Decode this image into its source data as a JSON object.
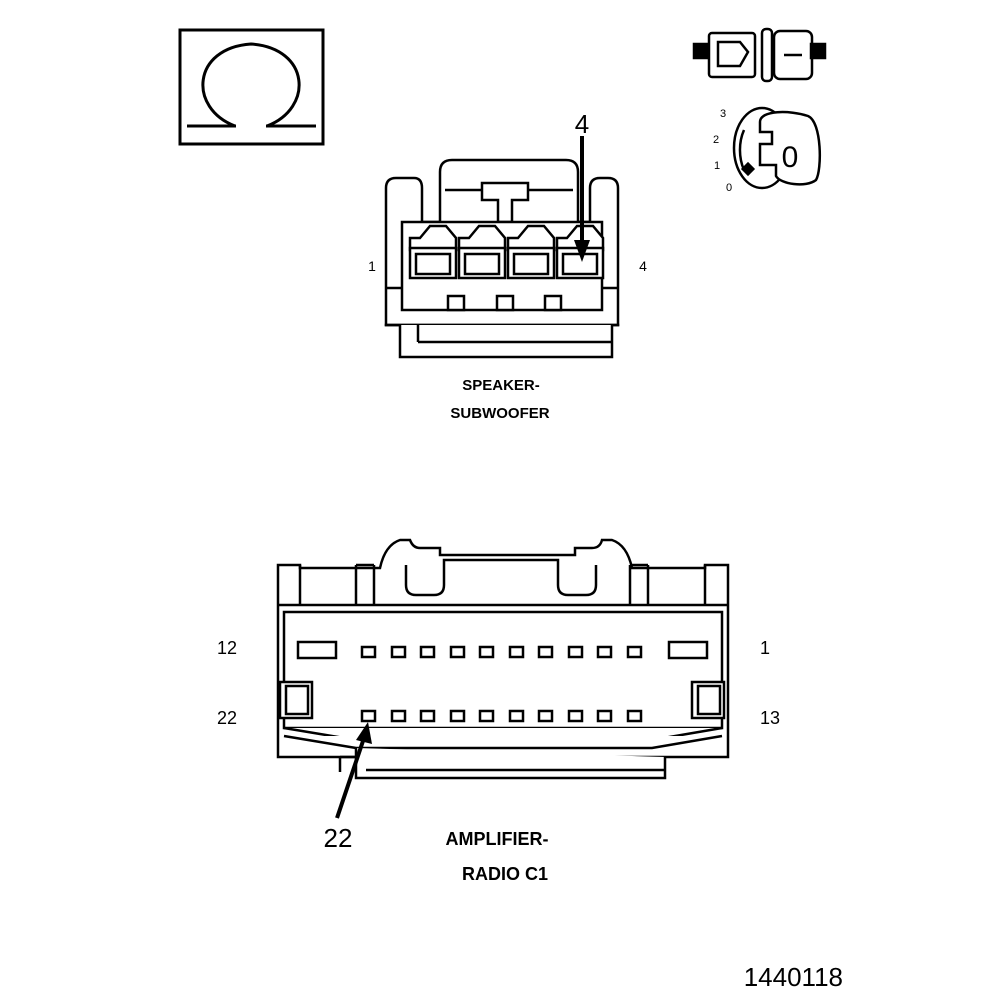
{
  "symbols": {
    "ohm_box": {
      "glyph": "Ω",
      "icon": "ohm-meter-icon"
    },
    "disconnect_icon": "connector-disconnect-icon",
    "ignition": {
      "icon": "ignition-key-icon",
      "key_label": "0",
      "positions": [
        "3",
        "2",
        "1",
        "0"
      ]
    }
  },
  "speaker_connector": {
    "callout": "4",
    "pin_left": "1",
    "pin_right": "4",
    "name_line1": "SPEAKER-",
    "name_line2": "SUBWOOFER"
  },
  "amplifier_connector": {
    "pin_top_left": "12",
    "pin_top_right": "1",
    "pin_bottom_left": "22",
    "pin_bottom_right": "13",
    "callout": "22",
    "name_line1": "AMPLIFIER-",
    "name_line2": "RADIO C1"
  },
  "figure_id": "1440118"
}
